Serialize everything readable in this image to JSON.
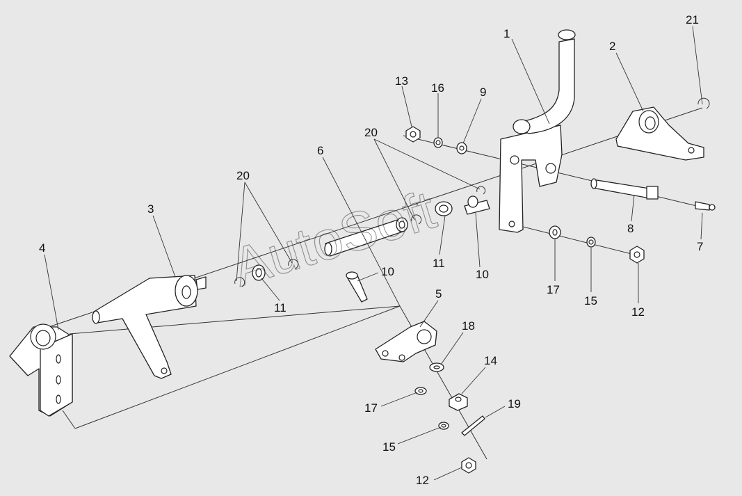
{
  "diagram": {
    "labels": [
      {
        "id": "p1",
        "text": "1"
      },
      {
        "id": "p2",
        "text": "2"
      },
      {
        "id": "p21",
        "text": "21"
      },
      {
        "id": "p13",
        "text": "13"
      },
      {
        "id": "p16",
        "text": "16"
      },
      {
        "id": "p9",
        "text": "9"
      },
      {
        "id": "p20a",
        "text": "20"
      },
      {
        "id": "p6",
        "text": "6"
      },
      {
        "id": "p20b",
        "text": "20"
      },
      {
        "id": "p3",
        "text": "3"
      },
      {
        "id": "p4",
        "text": "4"
      },
      {
        "id": "p11a",
        "text": "11"
      },
      {
        "id": "p11b",
        "text": "11"
      },
      {
        "id": "p10a",
        "text": "10"
      },
      {
        "id": "p10b",
        "text": "10"
      },
      {
        "id": "p8",
        "text": "8"
      },
      {
        "id": "p7",
        "text": "7"
      },
      {
        "id": "p17a",
        "text": "17"
      },
      {
        "id": "p15a",
        "text": "15"
      },
      {
        "id": "p12a",
        "text": "12"
      },
      {
        "id": "p5",
        "text": "5"
      },
      {
        "id": "p18",
        "text": "18"
      },
      {
        "id": "p14",
        "text": "14"
      },
      {
        "id": "p19",
        "text": "19"
      },
      {
        "id": "p17b",
        "text": "17"
      },
      {
        "id": "p15b",
        "text": "15"
      },
      {
        "id": "p12b",
        "text": "12"
      }
    ],
    "watermark": "AutoSoft"
  }
}
